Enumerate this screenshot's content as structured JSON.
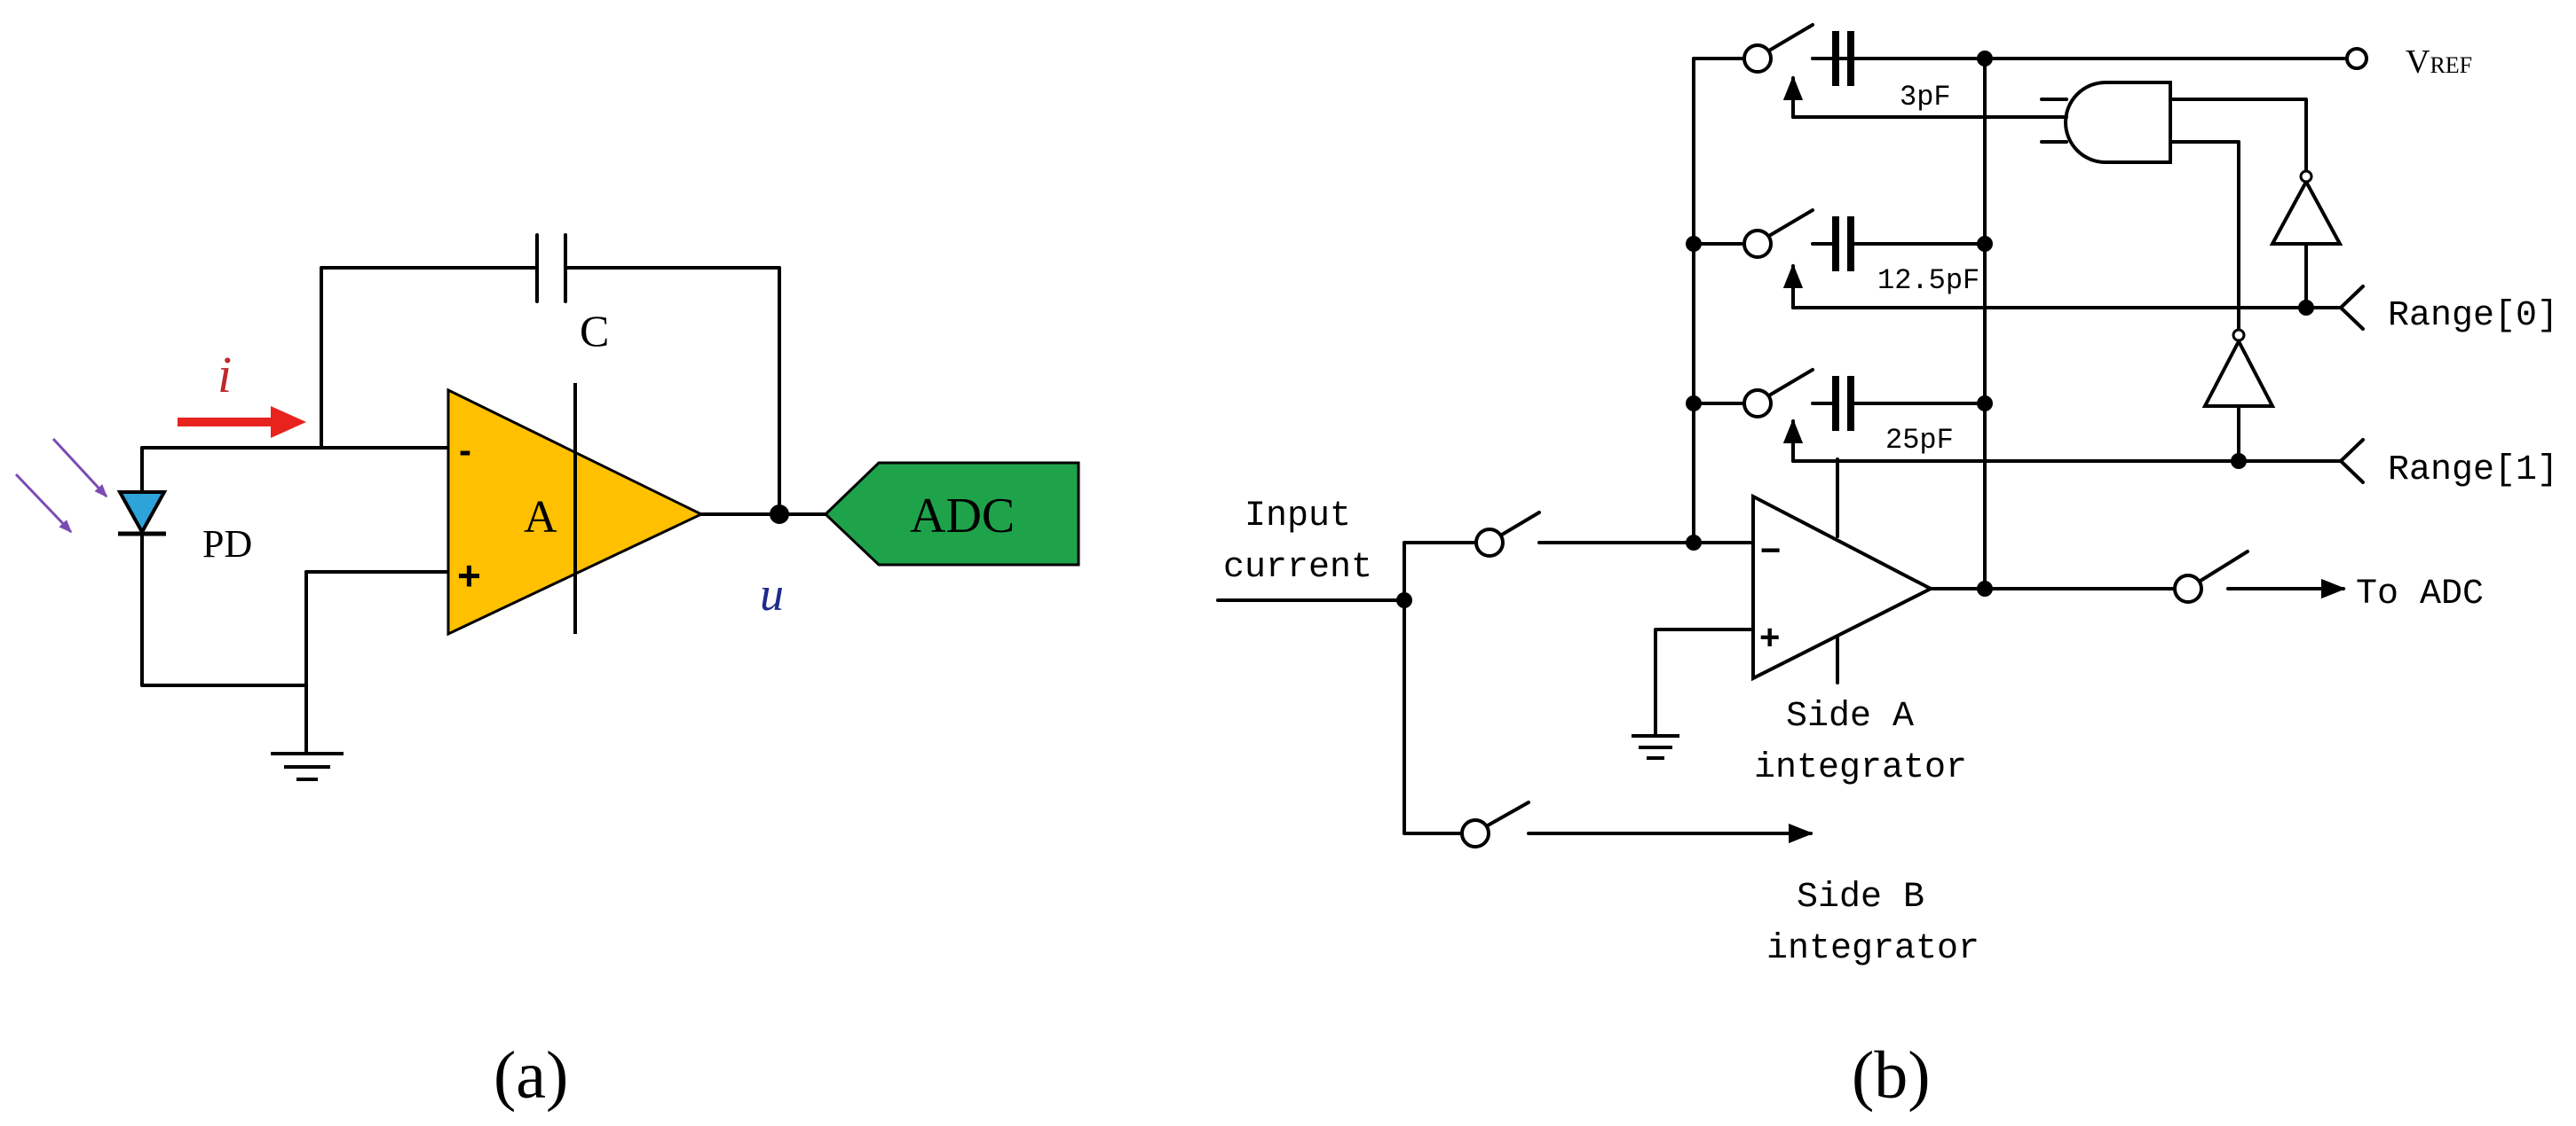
{
  "panel_a": {
    "caption": "(a)",
    "capacitor_label": "C",
    "current_label": "i",
    "diode_label": "PD",
    "amp_label": "A",
    "amp_minus": "-",
    "amp_plus": "+",
    "output_label": "u",
    "adc_label": "ADC",
    "colors": {
      "amp_fill": "#FFC000",
      "adc_fill": "#1FA34A",
      "current_arrow": "#E8231E",
      "diode_fill": "#2EA3D9",
      "light_arrows": "#7B4BB3",
      "output_label": "#1F2A8C",
      "current_label": "#C0282B"
    }
  },
  "panel_b": {
    "caption": "(b)",
    "vref_label": "V",
    "vref_sub": "REF",
    "cap_3": "3pF",
    "cap_12": "12.5pF",
    "cap_25": "25pF",
    "range0": "Range[0]",
    "range1": "Range[1]",
    "input_line1": "Input",
    "input_line2": "current",
    "to_adc": "To ADC",
    "side_a_line1": "Side A",
    "side_a_line2": "integrator",
    "side_b_line1": "Side B",
    "side_b_line2": "integrator",
    "amp_minus": "−",
    "amp_plus": "+"
  }
}
